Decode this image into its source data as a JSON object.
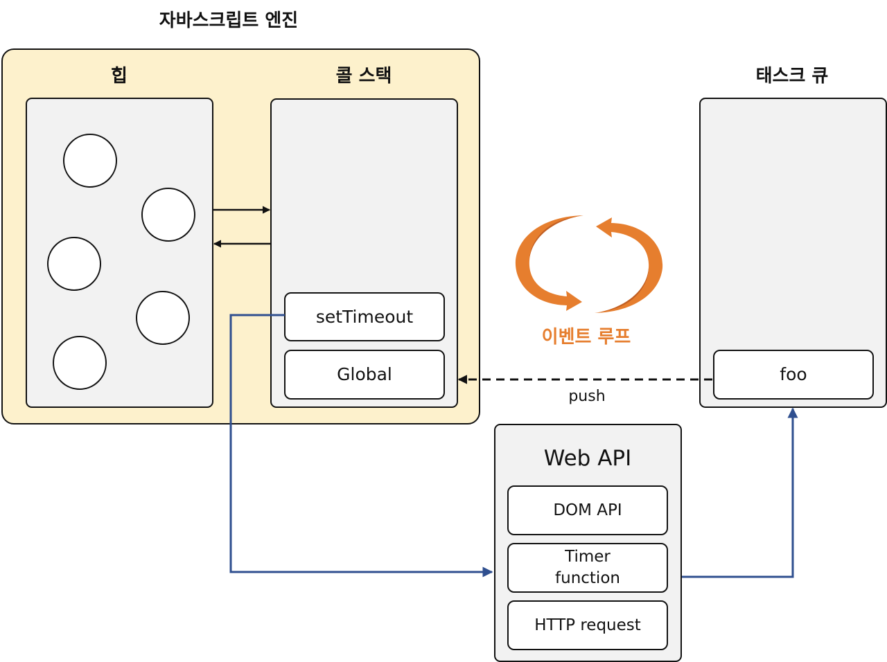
{
  "title": "자바스크립트 엔진",
  "heap": {
    "label": "힙"
  },
  "call_stack": {
    "label": "콜 스택",
    "frames": [
      "setTimeout",
      "Global"
    ]
  },
  "task_queue": {
    "label": "태스크 큐",
    "items": [
      "foo"
    ]
  },
  "event_loop": {
    "label": "이벤트 루프"
  },
  "push_label": "push",
  "web_api": {
    "title": "Web API",
    "items": [
      "DOM API",
      "Timer\nfunction",
      "HTTP request"
    ]
  },
  "colors": {
    "engine_bg": "#fdf1cc",
    "panel_bg": "#f2f2f2",
    "event_loop_orange": "#e67e2e",
    "event_loop_dark": "#c05f24",
    "flow_blue": "#2f4f8f"
  }
}
